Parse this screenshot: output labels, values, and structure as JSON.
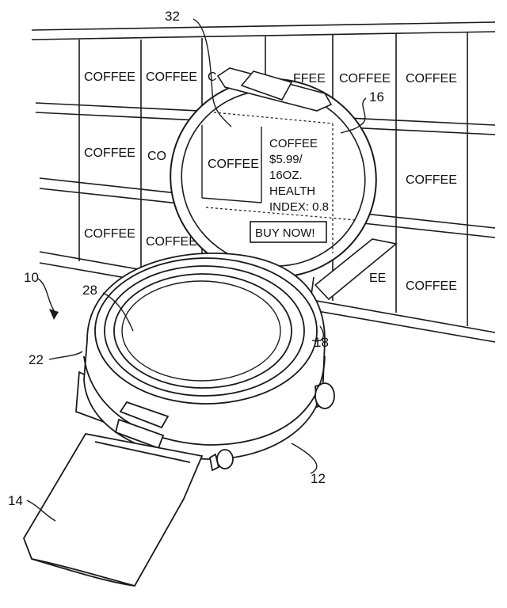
{
  "figure": {
    "reference_numerals": {
      "device": "10",
      "watch_body": "12",
      "band": "14",
      "flip_display": "16",
      "hinge": "18",
      "bezel": "22",
      "watch_face": "28",
      "displayed_content": "32"
    },
    "shelf_labels": {
      "coffee": "COFFEE",
      "coffee_partial_c": "C",
      "coffee_partial_co": "CO",
      "coffee_partial_ffee": "FFEE",
      "coffee_partial_ee": "EE"
    },
    "overlay": {
      "product_label": "COFFEE",
      "info_lines": [
        "COFFEE",
        "$5.99/",
        "16OZ.",
        "HEALTH",
        "INDEX: 0.8"
      ],
      "buy_button": "BUY NOW!"
    },
    "colors": {
      "line": "#1a1a1a",
      "background": "#ffffff"
    }
  }
}
